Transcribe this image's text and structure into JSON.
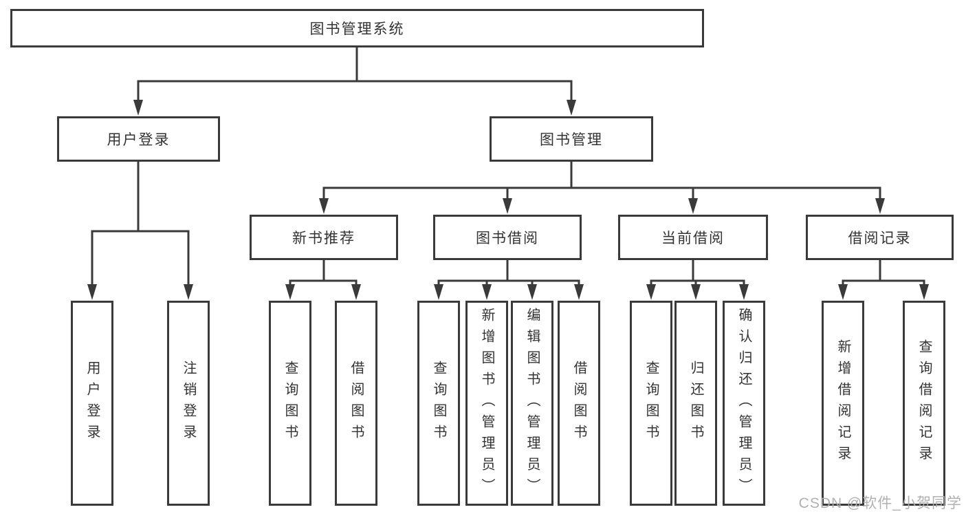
{
  "diagram": {
    "title": "图书管理系统",
    "nodes": {
      "root": {
        "label": "图书管理系统"
      },
      "level2": [
        {
          "label": "用户登录",
          "parent": "图书管理系统"
        },
        {
          "label": "图书管理",
          "parent": "图书管理系统"
        }
      ],
      "level3": [
        {
          "label": "新书推荐",
          "parent": "图书管理"
        },
        {
          "label": "图书借阅",
          "parent": "图书管理"
        },
        {
          "label": "当前借阅",
          "parent": "图书管理"
        },
        {
          "label": "借阅记录",
          "parent": "图书管理"
        }
      ],
      "leaves": [
        {
          "label": "用户登录",
          "parent": "用户登录"
        },
        {
          "label": "注销登录",
          "parent": "用户登录"
        },
        {
          "label": "查询图书",
          "parent": "新书推荐"
        },
        {
          "label": "借阅图书",
          "parent": "新书推荐"
        },
        {
          "label": "查询图书",
          "parent": "图书借阅"
        },
        {
          "label": "新增图书（管理员）",
          "parent": "图书借阅"
        },
        {
          "label": "编辑图书（管理员）",
          "parent": "图书借阅"
        },
        {
          "label": "借阅图书",
          "parent": "图书借阅"
        },
        {
          "label": "查询图书",
          "parent": "当前借阅"
        },
        {
          "label": "归还图书",
          "parent": "当前借阅"
        },
        {
          "label": "确认归还（管理员）",
          "parent": "当前借阅"
        },
        {
          "label": "新增借阅记录",
          "parent": "借阅记录"
        },
        {
          "label": "查询借阅记录",
          "parent": "借阅记录"
        }
      ]
    },
    "colors": {
      "line": "#3a3a3a",
      "box_border": "#3a3a3a",
      "text": "#333333",
      "background": "#ffffff",
      "watermark": "#adadad"
    }
  },
  "watermark": {
    "text": "CSDN @软件_小贺同学"
  }
}
